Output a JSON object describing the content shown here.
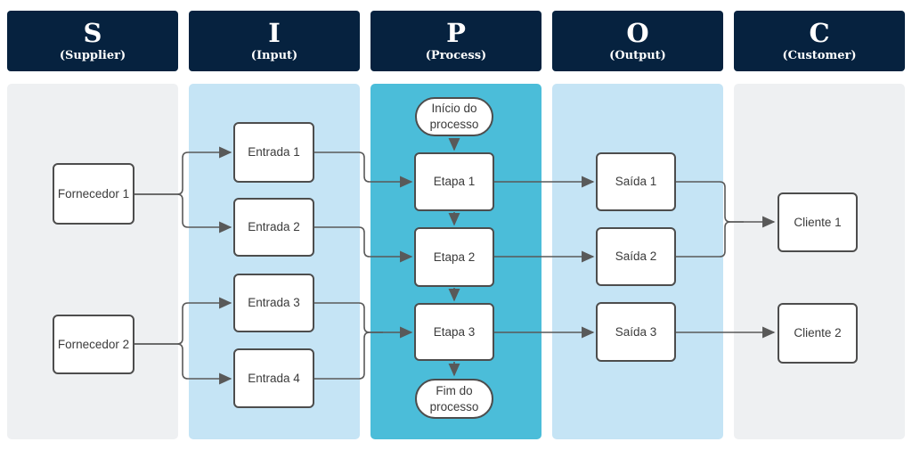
{
  "colors": {
    "header-bg": "#06223f",
    "panel-gray": "#eef0f2",
    "panel-lightblue": "#c5e4f5",
    "panel-cyan": "#4bbdd9",
    "node-border": "#4d4d4d",
    "node-text": "#3b3b3b",
    "connector": "#595959"
  },
  "columns": [
    {
      "letter": "S",
      "sub": "(Supplier)"
    },
    {
      "letter": "I",
      "sub": "(Input)"
    },
    {
      "letter": "P",
      "sub": "(Process)"
    },
    {
      "letter": "O",
      "sub": "(Output)"
    },
    {
      "letter": "C",
      "sub": "(Customer)"
    }
  ],
  "nodes": {
    "fornecedor1": "Fornecedor 1",
    "fornecedor2": "Fornecedor 2",
    "entrada1": "Entrada 1",
    "entrada2": "Entrada 2",
    "entrada3": "Entrada 3",
    "entrada4": "Entrada 4",
    "inicio": "Início do processo",
    "etapa1": "Etapa 1",
    "etapa2": "Etapa 2",
    "etapa3": "Etapa 3",
    "fim": "Fim do processo",
    "saida1": "Saída 1",
    "saida2": "Saída 2",
    "saida3": "Saída 3",
    "cliente1": "Cliente 1",
    "cliente2": "Cliente 2"
  }
}
